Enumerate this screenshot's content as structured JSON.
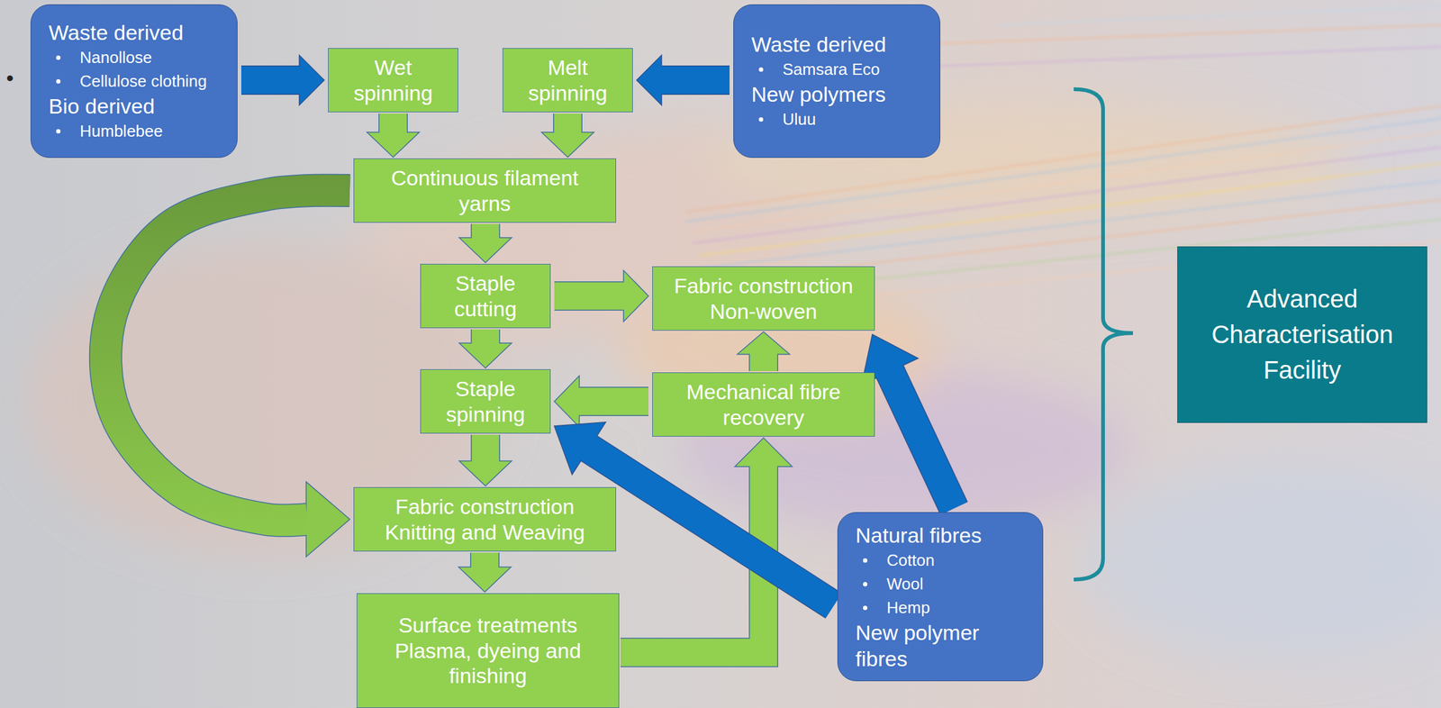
{
  "diagram": {
    "nodes": [
      {
        "text": [
          "Waste derived",
          "Nanollose",
          "Cellulose clothing",
          "Bio derived",
          "Humblebee"
        ]
      },
      {
        "text": [
          "Wet spinning"
        ]
      },
      {
        "text": [
          "Melt spinning"
        ]
      },
      {
        "text": [
          "Waste derived",
          "Samsara Eco",
          "New polymers",
          "Uluu"
        ]
      },
      {
        "text": [
          "Continuous filament yarns"
        ]
      },
      {
        "text": [
          "Advanced Characterisation Facility"
        ]
      },
      {
        "text": [
          "Staple cutting"
        ]
      },
      {
        "text": [
          "Fabric construction",
          "Non-woven"
        ]
      },
      {
        "text": [
          "Staple spinning"
        ]
      },
      {
        "text": [
          "Mechanical fibre recovery"
        ]
      },
      {
        "text": [
          "Fabric construction",
          "Knitting and Weaving"
        ]
      },
      {
        "text": [
          "Natural fibres",
          "Cotton",
          "Wool",
          "Hemp",
          "New polymer fibres"
        ]
      },
      {
        "text": [
          "Surface treatments",
          "Plasma, dyeing and finishing"
        ]
      }
    ],
    "edges": [
      {
        "from": 0,
        "to": 1,
        "arrow": "to"
      },
      {
        "from": 3,
        "to": 2,
        "arrow": "to"
      },
      {
        "from": 1,
        "to": 4,
        "arrow": "to"
      },
      {
        "from": 2,
        "to": 4,
        "arrow": "to"
      },
      {
        "from": 4,
        "to": 6,
        "arrow": "to"
      },
      {
        "from": 4,
        "to": 10,
        "arrow": "to"
      },
      {
        "from": 6,
        "to": 7,
        "arrow": "to"
      },
      {
        "from": 6,
        "to": 8,
        "arrow": "to"
      },
      {
        "from": 9,
        "to": 7,
        "arrow": "to"
      },
      {
        "from": 9,
        "to": 8,
        "arrow": "to"
      },
      {
        "from": 8,
        "to": 10,
        "arrow": "to"
      },
      {
        "from": 10,
        "to": 12,
        "arrow": "to"
      },
      {
        "from": 12,
        "to": 9,
        "arrow": "to"
      },
      {
        "from": 11,
        "to": 8,
        "arrow": "to"
      },
      {
        "from": 11,
        "to": 7,
        "arrow": "to"
      }
    ],
    "labels": [
      "•"
    ]
  }
}
